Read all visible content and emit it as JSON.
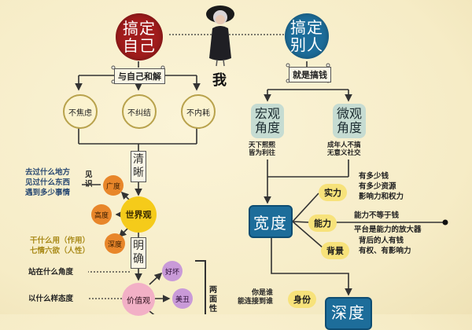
{
  "center": {
    "label": "我",
    "icon": "old-woman-figure"
  },
  "left_root": {
    "label_line1": "搞定",
    "label_line2": "自己",
    "color": "#a11c1c"
  },
  "left_connector": "与自己和解",
  "left_children": [
    "不焦虑",
    "不纠结",
    "不内耗"
  ],
  "qingxi": "清晰",
  "mingque": "明确",
  "worldview": {
    "center": "世界观",
    "nodes": [
      "广度",
      "高度",
      "深度"
    ],
    "jianshi": "见识",
    "jianshi_notes": [
      "去过什么地方",
      "见过什么东西",
      "遇到多少事情"
    ],
    "depth_notes": [
      "干什么用（作用）",
      "七情六欲（人性）"
    ]
  },
  "values": {
    "center": "价值观",
    "nodes": [
      "好坏",
      "美丑"
    ],
    "notes": [
      "站在什么角度",
      "以什么样态度"
    ],
    "bracket": "两面性"
  },
  "right_root": {
    "label_line1": "搞定",
    "label_line2": "别人",
    "color": "#1d6d9a"
  },
  "right_connector": "就是搞钱",
  "macro": {
    "label_line1": "宏观",
    "label_line2": "角度",
    "notes": [
      "天下熙熙",
      "皆为利往"
    ]
  },
  "micro": {
    "label_line1": "微观",
    "label_line2": "角度",
    "notes": [
      "成年人不搞",
      "无意义社交"
    ]
  },
  "width_box": "宽度",
  "depth_box": "深度",
  "width_items": [
    {
      "label": "实力",
      "notes": [
        "有多少钱",
        "有多少资源",
        "影响力和权力"
      ]
    },
    {
      "label": "能力",
      "notes": [
        "能力不等于钱",
        "平台是能力的放大器"
      ]
    },
    {
      "label": "背景",
      "notes": [
        "背后的人有钱",
        "有权、有影响力"
      ]
    }
  ],
  "identity": {
    "label": "身份",
    "notes": [
      "你是谁",
      "能连接到谁"
    ]
  }
}
